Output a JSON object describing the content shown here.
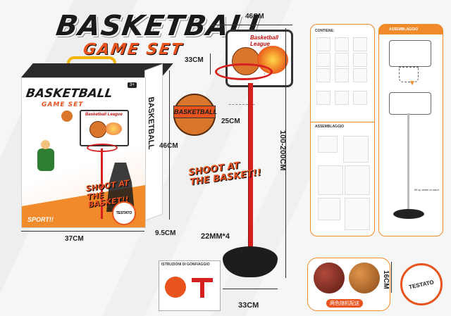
{
  "brand": {
    "title": "BASKETBALL",
    "subtitle": "GAME SET"
  },
  "box": {
    "title": "BASKETBALL",
    "subtitle": "GAME SET",
    "tag": "SPORT!!",
    "age": "3+",
    "shoot_line1": "SHOOT AT",
    "shoot_line2": "THE BASKET!!",
    "side_label": "BASKETBALL",
    "badge": "TESTATO",
    "backboard_label": "Basketball League"
  },
  "dimensions": {
    "box_width": "37CM",
    "box_height": "46CM",
    "box_depth": "9.5CM",
    "backboard_width": "46CM",
    "hoop_height": "33CM",
    "hoop_diameter": "25CM",
    "pole_height": "100-200CM",
    "pole_thickness": "22MM*4",
    "base_width": "33CM",
    "ball_size": "16CM"
  },
  "product": {
    "backboard_label": "Basketball League",
    "logo_label": "BASKETBALL",
    "shoot_line1": "SHOOT AT",
    "shoot_line2": "THE BASKET!!"
  },
  "instructions": {
    "contents_heading": "CONTIENE:",
    "assembly_heading": "ASSEMBLAGGIO",
    "assembly_right_heading": "ASSEMBLAGGIO",
    "note_fill": "fill up water or sand",
    "pump_heading": "ISTRUZIONI DI GONFIAGGIO"
  },
  "balls": {
    "caption": "两色随机配送"
  },
  "testato": {
    "label": "TESTATO"
  },
  "colors": {
    "accent": "#e8531e",
    "pole": "#d62020",
    "panel_border": "#f08a2a"
  }
}
